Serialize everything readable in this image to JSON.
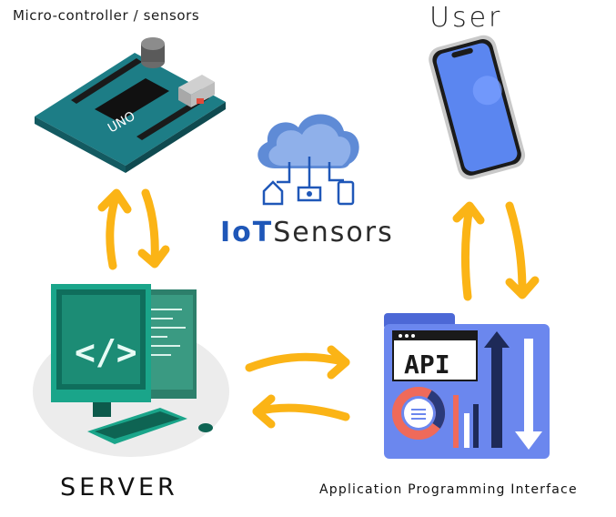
{
  "labels": {
    "microcontroller": "Micro-controller / sensors",
    "user": "User",
    "server": "SERVER",
    "api_caption": "Application Programming Interface"
  },
  "iot": {
    "bold": "IoT",
    "rest": "Sensors"
  },
  "board": {
    "brand": "UNO"
  },
  "api_panel": {
    "title": "API"
  },
  "server_screen": {
    "code_glyph": "</>"
  },
  "colors": {
    "arrow": "#fbb416",
    "iot_blue": "#1f57b8",
    "board_teal": "#1d7d86",
    "api_bg": "#6b87ee",
    "server_green": "#1aa58a",
    "phone_screen": "#5b86f0"
  }
}
